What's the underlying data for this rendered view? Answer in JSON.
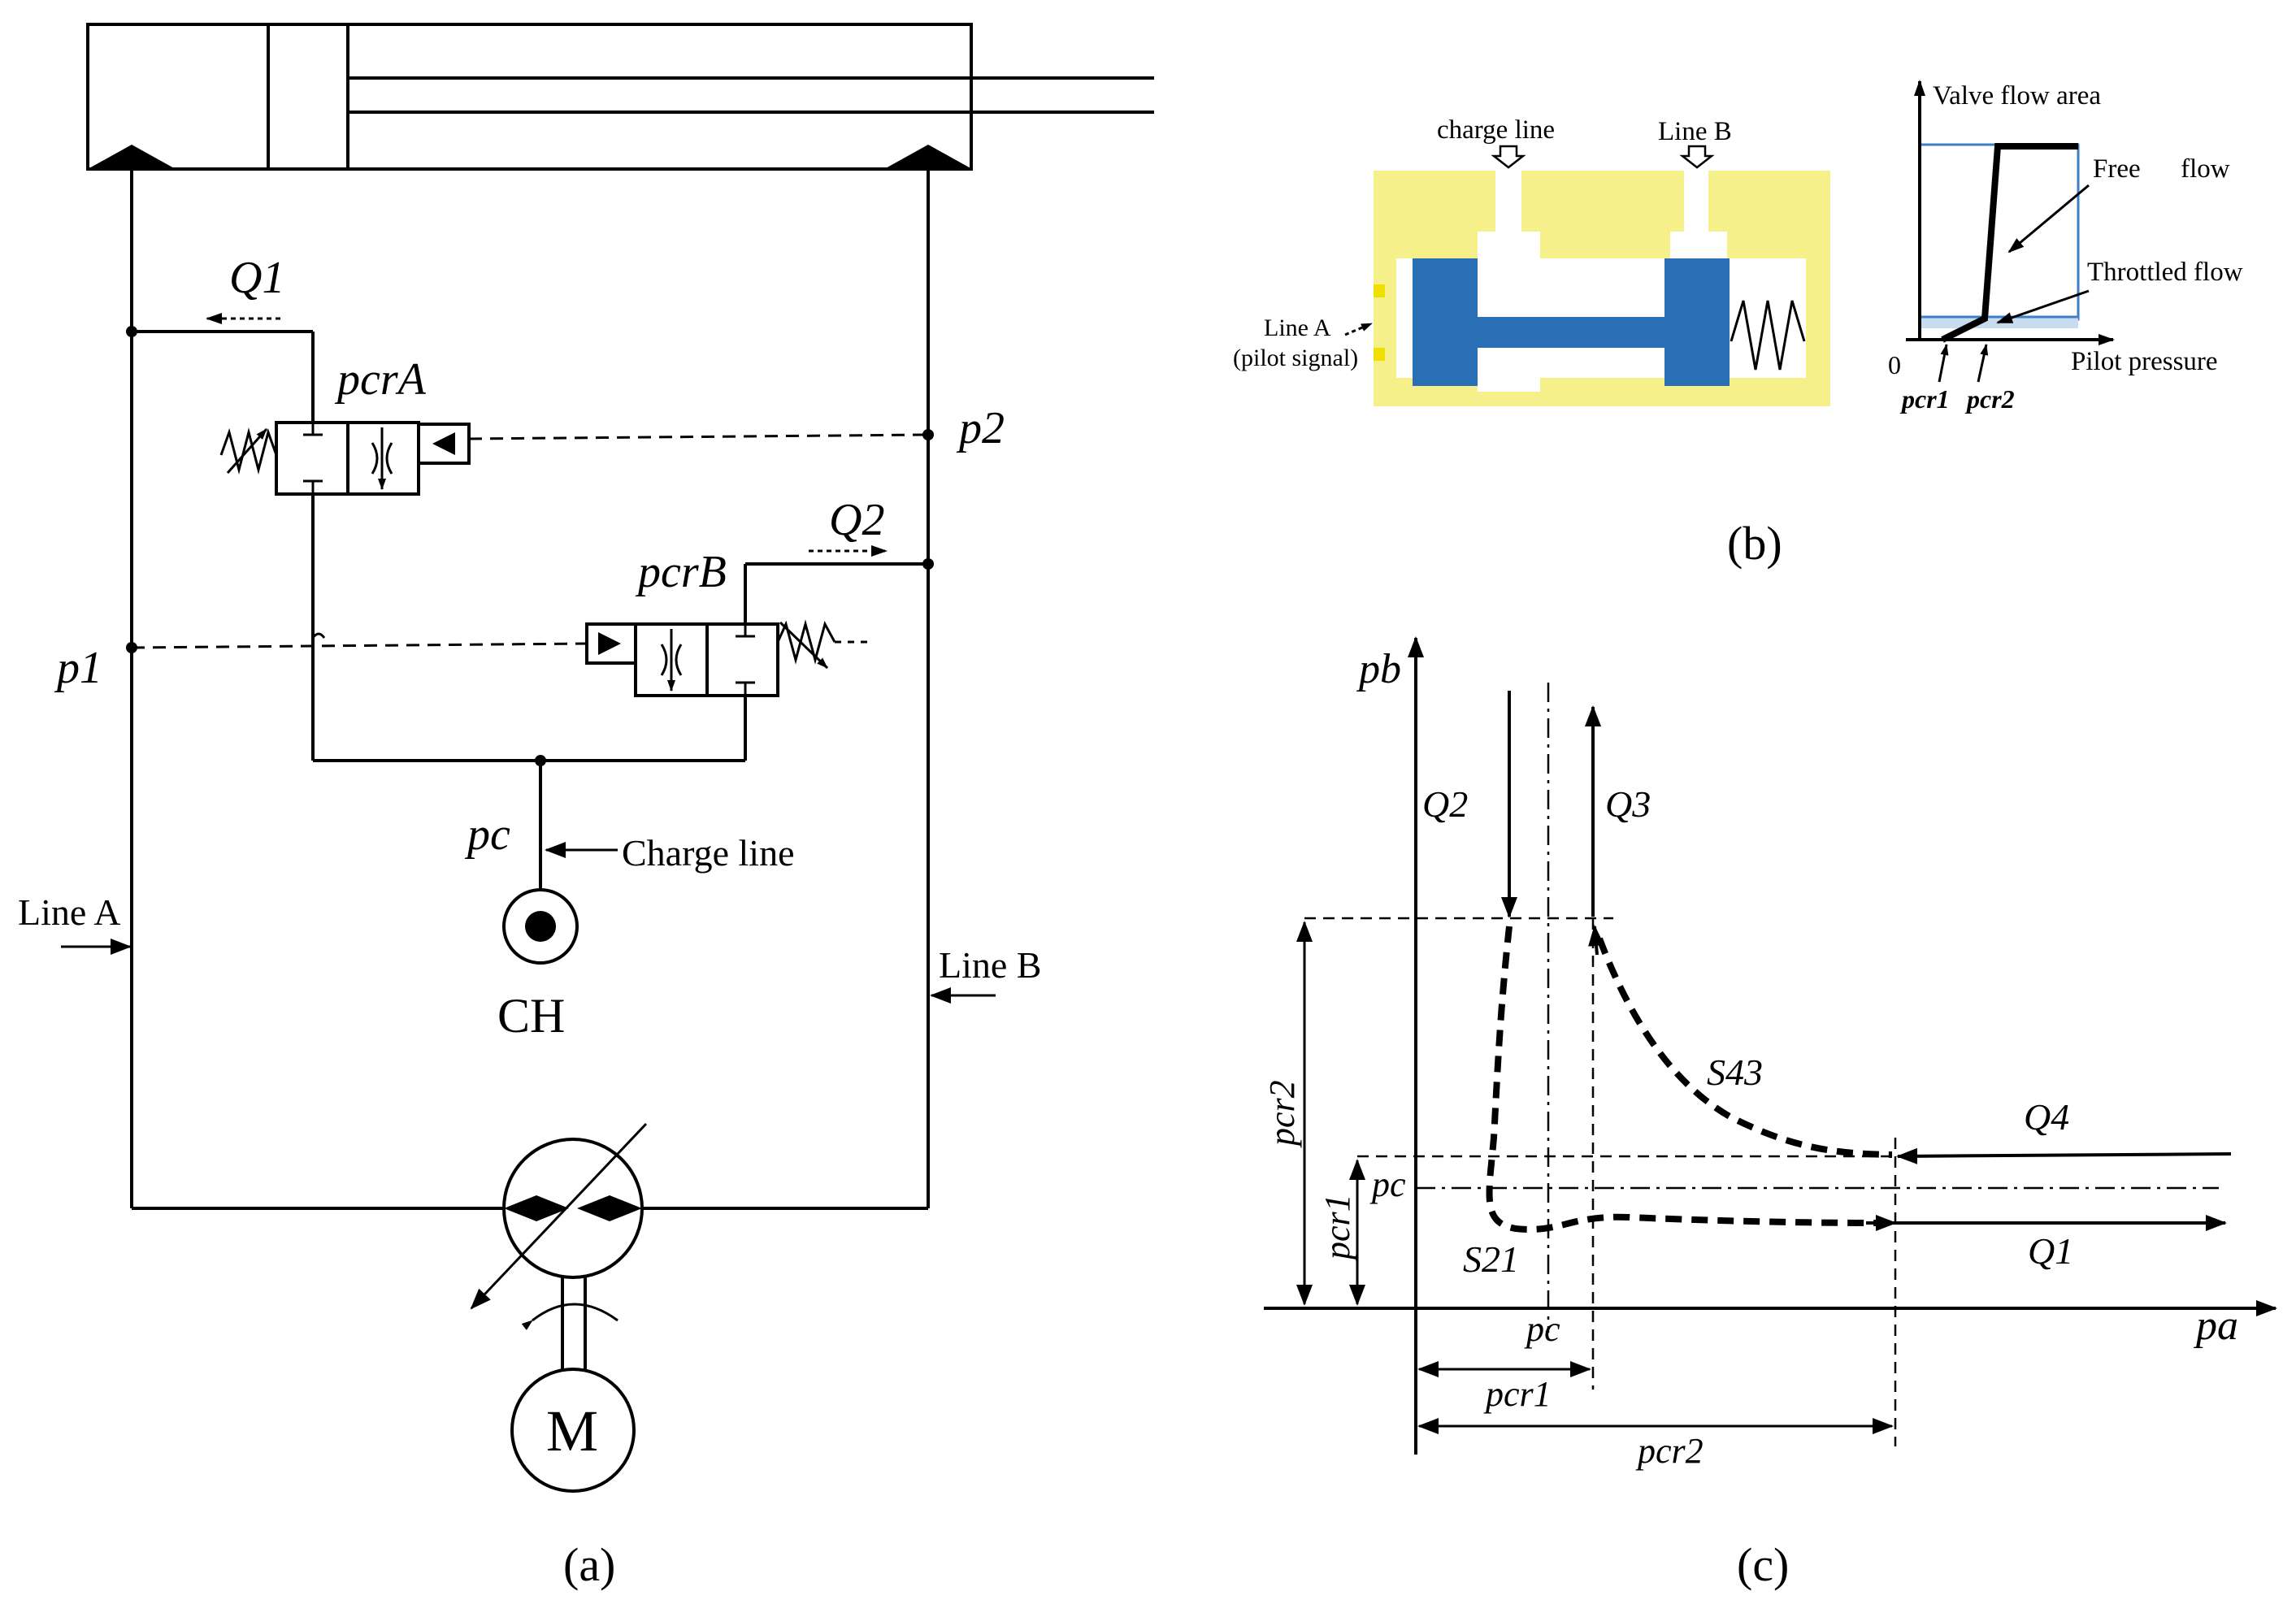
{
  "panel_a": {
    "caption": "(a)",
    "labels": {
      "q1": "Q1",
      "q2": "Q2",
      "pcrA": "pcrA",
      "pcrB": "pcrB",
      "p1": "p1",
      "p2": "p2",
      "pc": "pc",
      "charge_line": "Charge line",
      "ch": "CH",
      "line_a": "Line A",
      "line_b": "Line B",
      "motor": "M"
    }
  },
  "panel_b": {
    "caption": "(b)",
    "valve": {
      "charge_line": "charge line",
      "line_b": "Line B",
      "line_a": "Line A",
      "pilot_signal": "(pilot signal)",
      "colors": {
        "body": "#f6f08a",
        "spool": "#2a6fb5",
        "bore": "#ffffff"
      }
    },
    "graph": {
      "y_axis": "Valve flow area",
      "x_axis": "Pilot pressure",
      "origin": "0",
      "free_flow": "Free      flow",
      "throttled_flow": "Throttled flow",
      "pcr1": "pcr1",
      "pcr2": "pcr2",
      "colors": {
        "outline": "#3b7fc4",
        "band": "#c7dcef"
      }
    }
  },
  "panel_c": {
    "caption": "(c)",
    "labels": {
      "pb": "pb",
      "pa": "pa",
      "q1": "Q1",
      "q2": "Q2",
      "q3": "Q3",
      "q4": "Q4",
      "s21": "S21",
      "s43": "S43",
      "pc_x": "pc",
      "pc_y": "pc",
      "pcr1_x": "pcr1",
      "pcr2_x": "pcr2",
      "pcr1_y": "pcr1",
      "pcr2_y": "pcr2"
    }
  }
}
